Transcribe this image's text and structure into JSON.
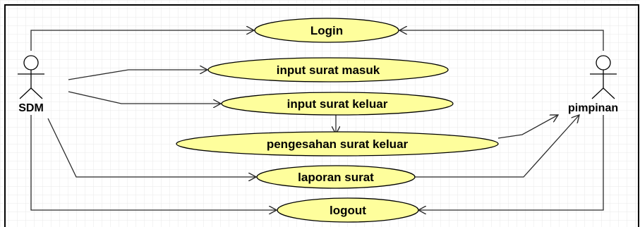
{
  "diagram": {
    "actors": {
      "sdm": {
        "label": "SDM"
      },
      "pimpinan": {
        "label": "pimpinan"
      }
    },
    "use_cases": {
      "login": {
        "label": "Login"
      },
      "input_surat_masuk": {
        "label": "input surat masuk"
      },
      "input_surat_keluar": {
        "label": "input surat keluar"
      },
      "pengesahan": {
        "label": "pengesahan surat keluar"
      },
      "laporan": {
        "label": "laporan surat"
      },
      "logout": {
        "label": "logout"
      }
    }
  },
  "colors": {
    "usecase_fill": "#fefe9c",
    "usecase_stroke": "#000000",
    "line": "#2b2b2b",
    "grid": "#e6e6e6",
    "frame": "#000000"
  }
}
